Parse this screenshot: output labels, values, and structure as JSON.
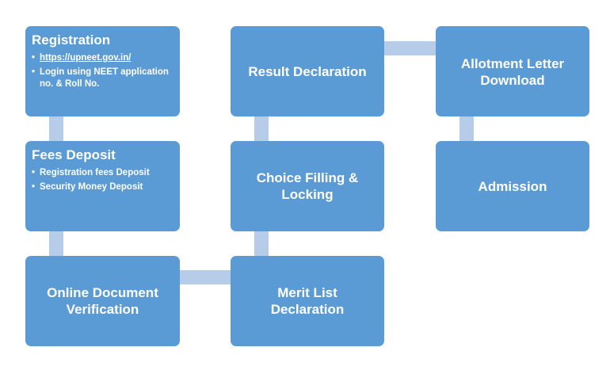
{
  "colors": {
    "box": "#5b9bd5",
    "connector": "#b7cce8",
    "text": "#ffffff",
    "background": "#ffffff"
  },
  "steps": {
    "registration": {
      "title": "Registration",
      "bullets": [
        "https://upneet.gov.in/",
        "Login using NEET application no. & Roll No."
      ]
    },
    "fees_deposit": {
      "title": "Fees Deposit",
      "bullets": [
        "Registration fees Deposit",
        "Security Money Deposit"
      ]
    },
    "online_document_verification": {
      "title": "Online Document\nVerification"
    },
    "merit_list_declaration": {
      "title": "Merit List\nDeclaration"
    },
    "choice_filling_locking": {
      "title": "Choice Filling &\nLocking"
    },
    "result_declaration": {
      "title": "Result Declaration"
    },
    "allotment_letter_download": {
      "title": "Allotment Letter\nDownload"
    },
    "admission": {
      "title": "Admission"
    }
  },
  "bullet_char": "•"
}
